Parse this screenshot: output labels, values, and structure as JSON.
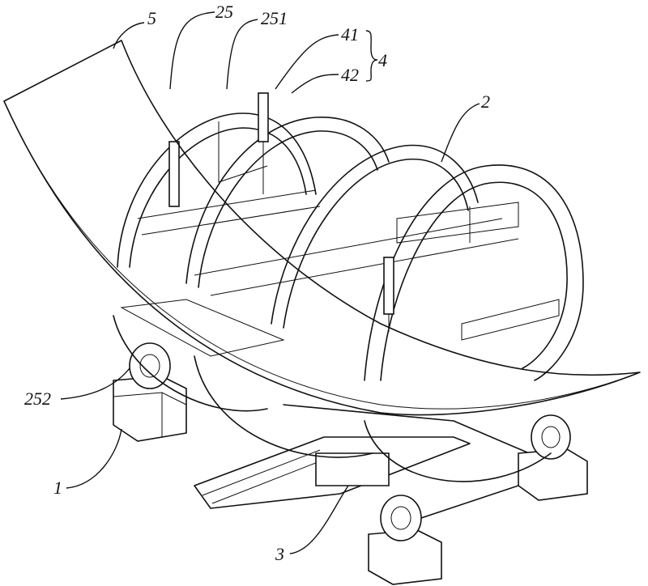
{
  "figure": {
    "labels": {
      "sheet": "5",
      "frame": "25",
      "frame_part": "251",
      "arc_inner": "41",
      "arc_outer": "42",
      "arc_assembly": "4",
      "ring": "2",
      "frame_bottom": "252",
      "roller_stand": "1",
      "base": "3"
    }
  }
}
